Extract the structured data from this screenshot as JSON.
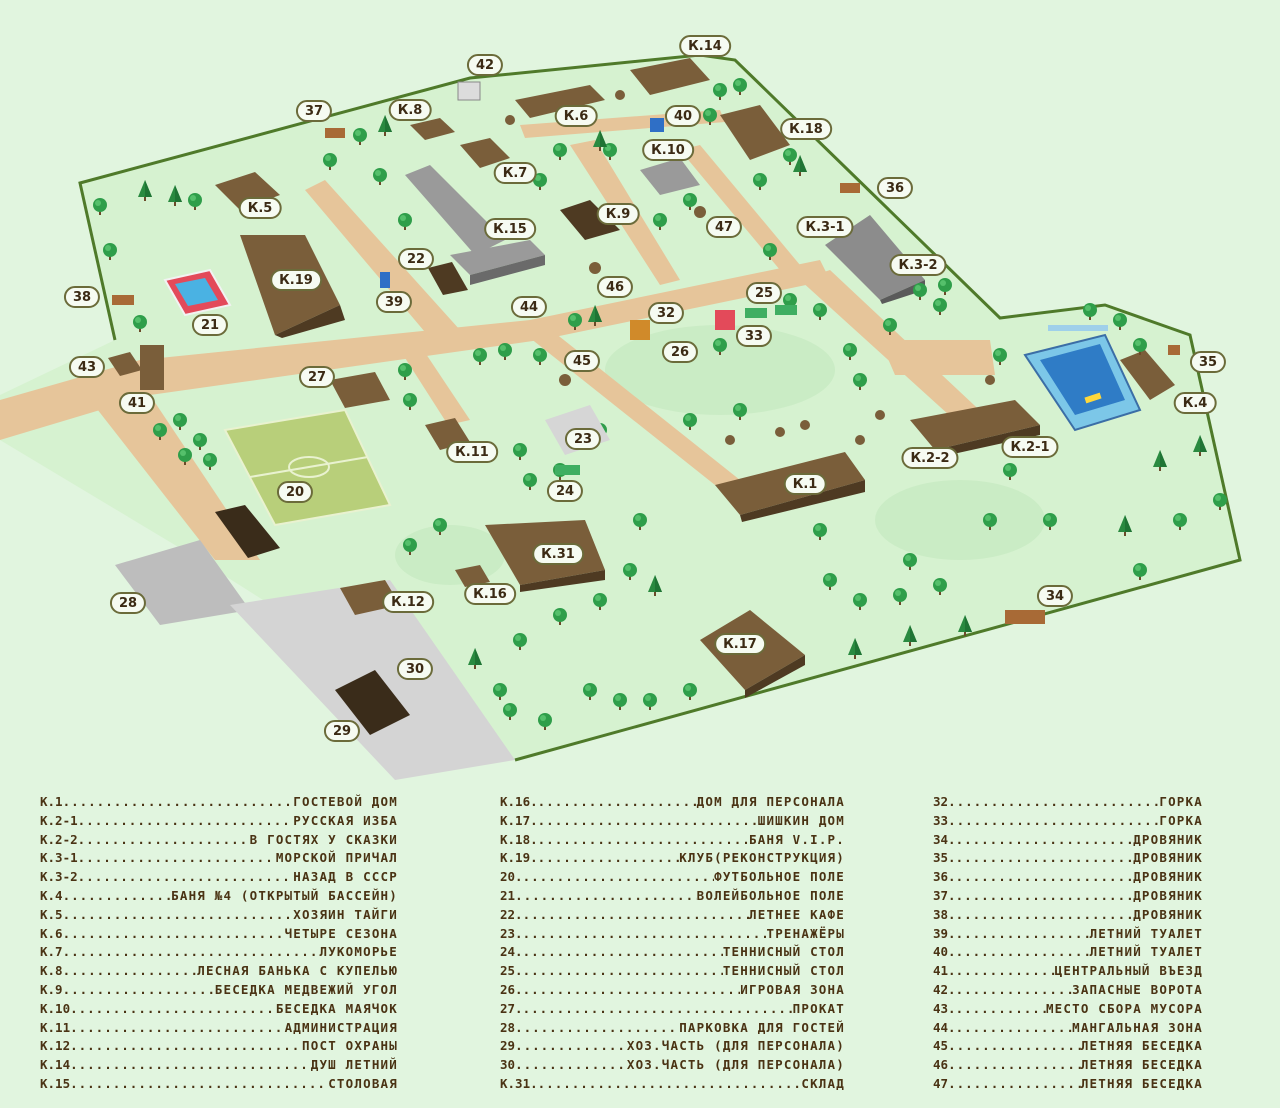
{
  "map": {
    "labels": [
      {
        "id": "k1",
        "text": "К.1"
      },
      {
        "id": "k2-1",
        "text": "К.2-1"
      },
      {
        "id": "k2-2",
        "text": "К.2-2"
      },
      {
        "id": "k3-1",
        "text": "К.3-1"
      },
      {
        "id": "k3-2",
        "text": "К.3-2"
      },
      {
        "id": "k4",
        "text": "К.4"
      },
      {
        "id": "k5",
        "text": "К.5"
      },
      {
        "id": "k6",
        "text": "К.6"
      },
      {
        "id": "k7",
        "text": "К.7"
      },
      {
        "id": "k8",
        "text": "К.8"
      },
      {
        "id": "k9",
        "text": "К.9"
      },
      {
        "id": "k10",
        "text": "К.10"
      },
      {
        "id": "k11",
        "text": "К.11"
      },
      {
        "id": "k12",
        "text": "К.12"
      },
      {
        "id": "k14",
        "text": "К.14"
      },
      {
        "id": "k15",
        "text": "К.15"
      },
      {
        "id": "k16",
        "text": "К.16"
      },
      {
        "id": "k17",
        "text": "К.17"
      },
      {
        "id": "k18",
        "text": "К.18"
      },
      {
        "id": "k19",
        "text": "К.19"
      },
      {
        "id": "k31",
        "text": "К.31"
      },
      {
        "id": "n20",
        "text": "20"
      },
      {
        "id": "n21",
        "text": "21"
      },
      {
        "id": "n22",
        "text": "22"
      },
      {
        "id": "n23",
        "text": "23"
      },
      {
        "id": "n24",
        "text": "24"
      },
      {
        "id": "n25",
        "text": "25"
      },
      {
        "id": "n26",
        "text": "26"
      },
      {
        "id": "n27",
        "text": "27"
      },
      {
        "id": "n28",
        "text": "28"
      },
      {
        "id": "n29",
        "text": "29"
      },
      {
        "id": "n30",
        "text": "30"
      },
      {
        "id": "n32",
        "text": "32"
      },
      {
        "id": "n33",
        "text": "33"
      },
      {
        "id": "n34",
        "text": "34"
      },
      {
        "id": "n35",
        "text": "35"
      },
      {
        "id": "n36",
        "text": "36"
      },
      {
        "id": "n37",
        "text": "37"
      },
      {
        "id": "n38",
        "text": "38"
      },
      {
        "id": "n39",
        "text": "39"
      },
      {
        "id": "n40",
        "text": "40"
      },
      {
        "id": "n41",
        "text": "41"
      },
      {
        "id": "n42",
        "text": "42"
      },
      {
        "id": "n43",
        "text": "43"
      },
      {
        "id": "n44",
        "text": "44"
      },
      {
        "id": "n45",
        "text": "45"
      },
      {
        "id": "n46",
        "text": "46"
      },
      {
        "id": "n47",
        "text": "47"
      }
    ]
  },
  "legend": {
    "columns": [
      [
        {
          "code": "К.1",
          "name": "ГОСТЕВОЙ ДОМ"
        },
        {
          "code": "К.2-1",
          "name": "РУССКАЯ ИЗБА"
        },
        {
          "code": "К.2-2",
          "name": "В ГОСТЯХ У СКАЗКИ"
        },
        {
          "code": "К.3-1",
          "name": "МОРСКОЙ ПРИЧАЛ"
        },
        {
          "code": "К.3-2",
          "name": "НАЗАД В СССР"
        },
        {
          "code": "К.4",
          "name": "БАНЯ №4 (ОТКРЫТЫЙ БАССЕЙН)"
        },
        {
          "code": "К.5",
          "name": "ХОЗЯИН ТАЙГИ"
        },
        {
          "code": "К.6",
          "name": "ЧЕТЫРЕ СЕЗОНА"
        },
        {
          "code": "К.7",
          "name": "ЛУКОМОРЬЕ"
        },
        {
          "code": "К.8",
          "name": "ЛЕСНАЯ БАНЬКА С КУПЕЛЬЮ"
        },
        {
          "code": "К.9",
          "name": "БЕСЕДКА МЕДВЕЖИЙ УГОЛ"
        },
        {
          "code": "К.10",
          "name": "БЕСЕДКА МАЯЧОК"
        },
        {
          "code": "К.11",
          "name": "АДМИНИСТРАЦИЯ"
        },
        {
          "code": "К.12",
          "name": "ПОСТ ОХРАНЫ"
        },
        {
          "code": "К.14",
          "name": "ДУШ ЛЕТНИЙ"
        },
        {
          "code": "К.15",
          "name": "СТОЛОВАЯ"
        }
      ],
      [
        {
          "code": "К.16.",
          "name": "ДОМ ДЛЯ ПЕРСОНАЛА"
        },
        {
          "code": "К.17.",
          "name": "ШИШКИН ДОМ"
        },
        {
          "code": "К.18.",
          "name": "БАНЯ V.I.P."
        },
        {
          "code": "К.19.",
          "name": "КЛУБ(РЕКОНСТРУКЦИЯ)"
        },
        {
          "code": "20.",
          "name": "ФУТБОЛЬНОЕ ПОЛЕ"
        },
        {
          "code": "21",
          "name": "ВОЛЕЙБОЛЬНОЕ ПОЛЕ"
        },
        {
          "code": "22.",
          "name": "ЛЕТНЕЕ КАФЕ"
        },
        {
          "code": "23.",
          "name": "ТРЕНАЖЁРЫ"
        },
        {
          "code": "24.",
          "name": "ТЕННИСНЫЙ СТОЛ"
        },
        {
          "code": "25.",
          "name": "ТЕННИСНЫЙ СТОЛ"
        },
        {
          "code": "26.",
          "name": "ИГРОВАЯ ЗОНА"
        },
        {
          "code": "27.",
          "name": "ПРОКАТ"
        },
        {
          "code": "28",
          "name": "ПАРКОВКА ДЛЯ ГОСТЕЙ"
        },
        {
          "code": "29",
          "name": "ХОЗ.ЧАСТЬ (ДЛЯ ПЕРСОНАЛА)"
        },
        {
          "code": "30",
          "name": "ХОЗ.ЧАСТЬ (ДЛЯ ПЕРСОНАЛА)"
        },
        {
          "code": "К.31.",
          "name": "СКЛАД"
        }
      ],
      [
        {
          "code": "32",
          "name": "ГОРКА"
        },
        {
          "code": "33",
          "name": "ГОРКА"
        },
        {
          "code": "34.",
          "name": "ДРОВЯНИК"
        },
        {
          "code": "35.",
          "name": "ДРОВЯНИК"
        },
        {
          "code": "36.",
          "name": "ДРОВЯНИК"
        },
        {
          "code": "37.",
          "name": "ДРОВЯНИК"
        },
        {
          "code": "38.",
          "name": "ДРОВЯНИК"
        },
        {
          "code": "39.",
          "name": "ЛЕТНИЙ ТУАЛЕТ"
        },
        {
          "code": "40.",
          "name": "ЛЕТНИЙ ТУАЛЕТ"
        },
        {
          "code": "41.",
          "name": "ЦЕНТРАЛЬНЫЙ ВЪЕЗД"
        },
        {
          "code": "42.",
          "name": "ЗАПАСНЫЕ ВОРОТА"
        },
        {
          "code": "43.",
          "name": "МЕСТО СБОРА МУСОРА"
        },
        {
          "code": "44.",
          "name": "МАНГАЛЬНАЯ ЗОНА"
        },
        {
          "code": "45",
          "name": "ЛЕТНЯЯ БЕСЕДКА"
        },
        {
          "code": "46",
          "name": "ЛЕТНЯЯ БЕСЕДКА"
        },
        {
          "code": "47",
          "name": "ЛЕТНЯЯ БЕСЕДКА"
        }
      ]
    ]
  },
  "colors": {
    "background": "#e1f5df",
    "ground": "#d6f2d0",
    "boundary": "#4f7a2a",
    "road": "#e6c59a",
    "building_roof": "#7a5e3a",
    "building_side": "#4e3a22",
    "tree": "#2f9e4a",
    "label_border": "#6b6b3a",
    "legend_text": "#4a3314"
  }
}
